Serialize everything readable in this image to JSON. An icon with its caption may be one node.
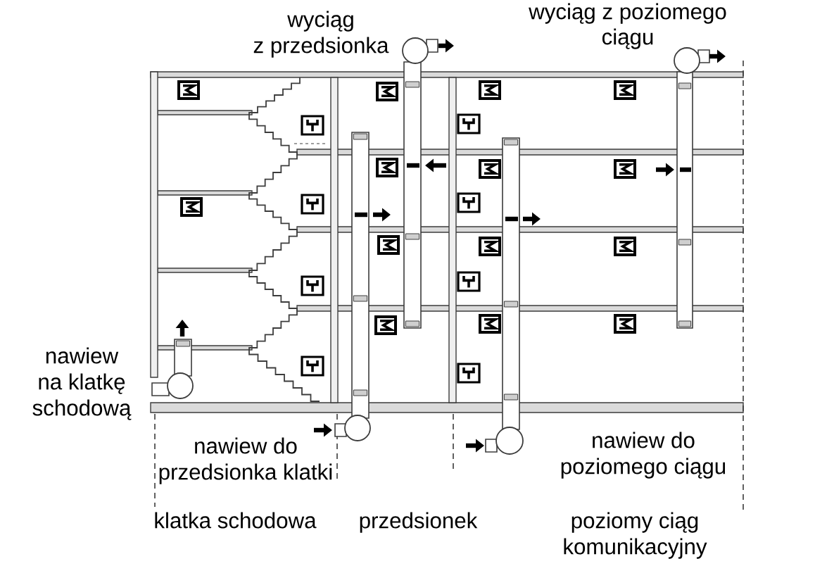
{
  "diagram": {
    "labels": [
      "wyciąg z przedsionka",
      "wyciąg z poziomego ciągu",
      "nawiew na klatkę schodową",
      "nawiew do przedsionka klatki",
      "nawiew do poziomego ciągu",
      "klatka schodowa",
      "przedsionek",
      "poziomy ciąg komunikacyjny"
    ]
  }
}
